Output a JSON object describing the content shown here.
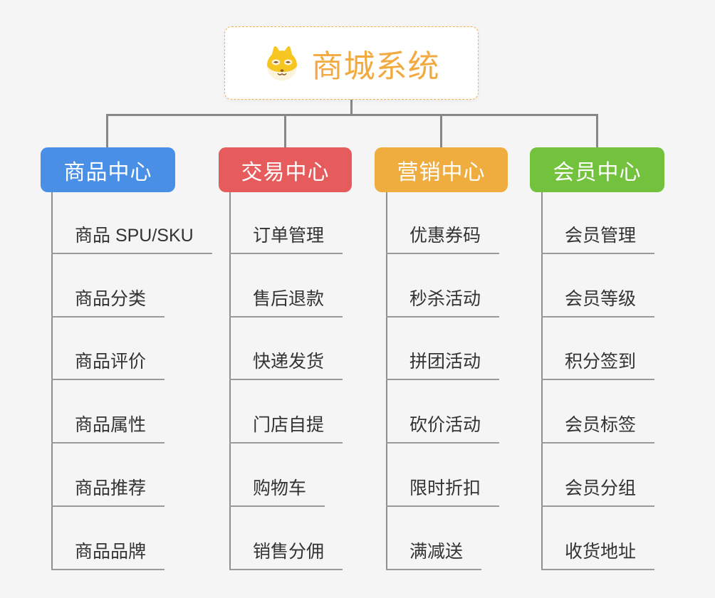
{
  "app": {
    "type": "mindmap-org-chart",
    "background_color": "#f5f5f6",
    "connector_color": "#878787"
  },
  "root": {
    "title": "商城系统",
    "icon": "shiba-dog-icon",
    "text_color": "#f2a93e",
    "border_color": "#f3b04f"
  },
  "branches": [
    {
      "label": "商品中心",
      "color": "#4a8fe6",
      "items": [
        "商品 SPU/SKU",
        "商品分类",
        "商品评价",
        "商品属性",
        "商品推荐",
        "商品品牌"
      ]
    },
    {
      "label": "交易中心",
      "color": "#e65c5c",
      "items": [
        "订单管理",
        "售后退款",
        "快递发货",
        "门店自提",
        "购物车",
        "销售分佣"
      ]
    },
    {
      "label": "营销中心",
      "color": "#efad40",
      "items": [
        "优惠券码",
        "秒杀活动",
        "拼团活动",
        "砍价活动",
        "限时折扣",
        "满减送"
      ]
    },
    {
      "label": "会员中心",
      "color": "#72c23e",
      "items": [
        "会员管理",
        "会员等级",
        "积分签到",
        "会员标签",
        "会员分组",
        "收货地址"
      ]
    }
  ]
}
